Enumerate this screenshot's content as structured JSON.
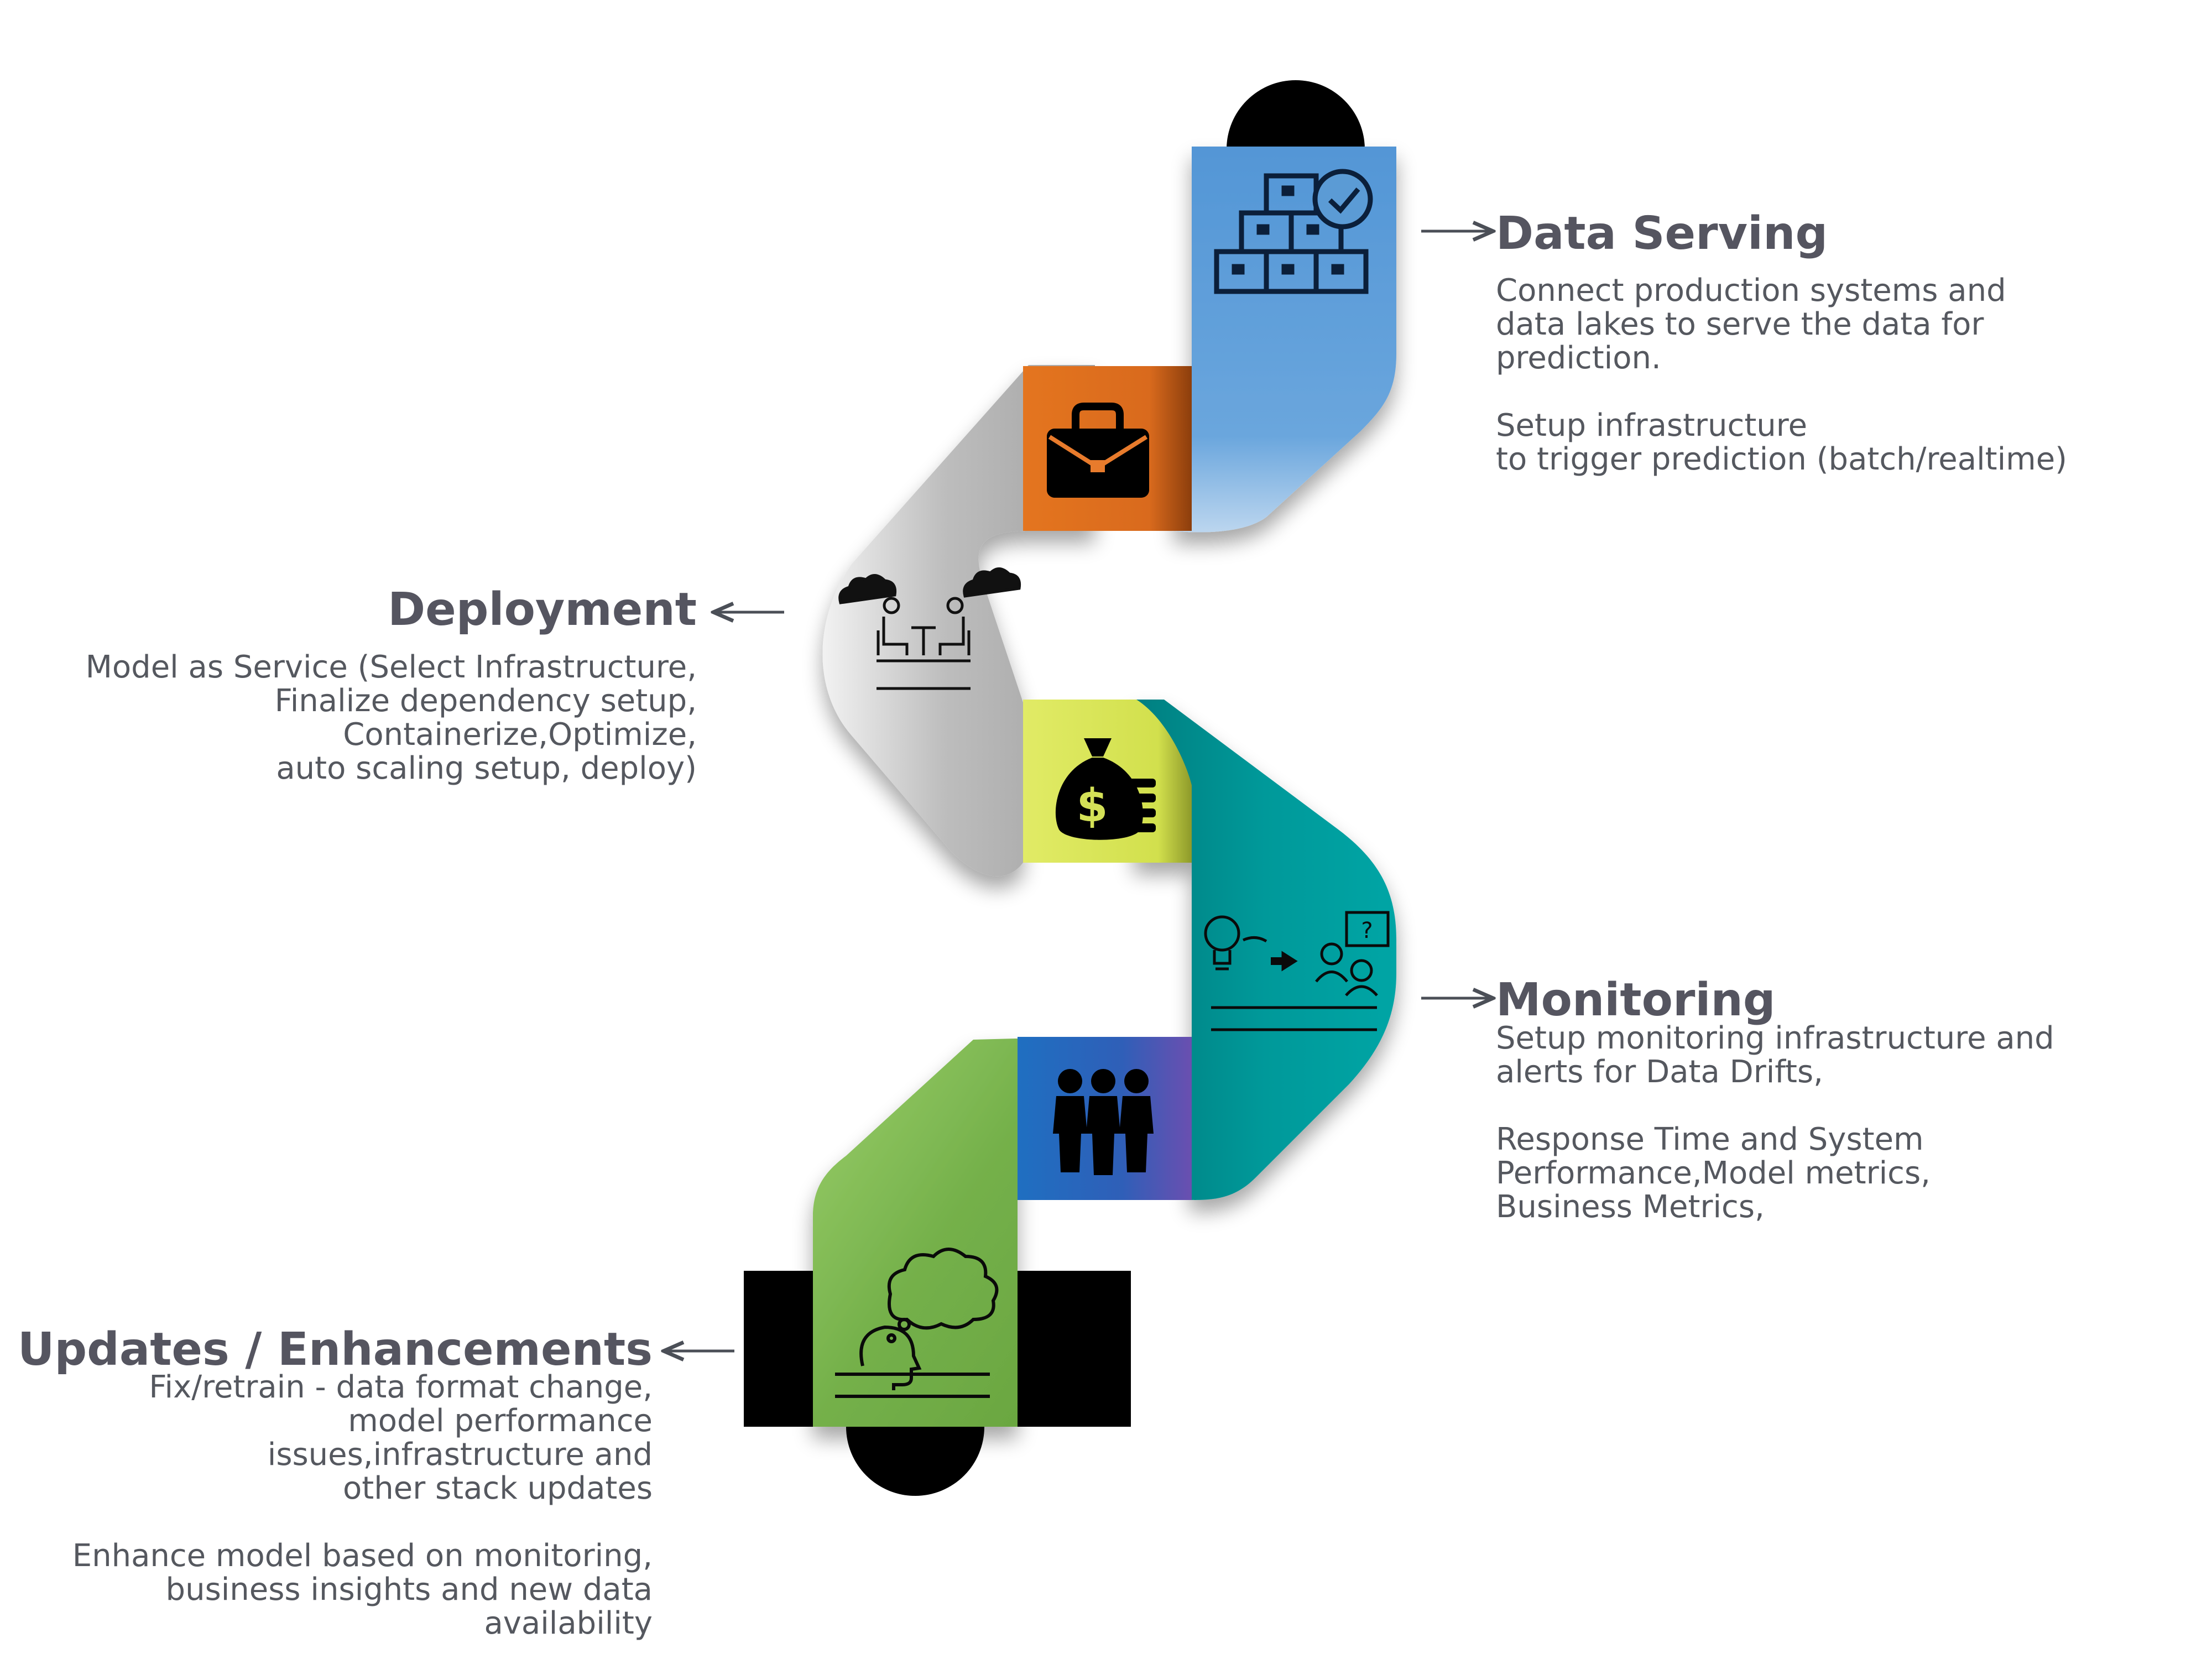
{
  "stages": [
    {
      "id": "data-serving",
      "title": "Data Serving",
      "icon": "boxes-check-icon",
      "lines": [
        "Connect production systems and",
        "data lakes to serve the data for",
        "prediction.",
        "",
        "Setup infrastructure",
        "to trigger prediction (batch/realtime)"
      ]
    },
    {
      "id": "deployment",
      "title": "Deployment",
      "icon": "cloud-meeting-icon",
      "lines": [
        "Model as Service (Select Infrastructure,",
        "Finalize dependency setup,",
        "Containerize,Optimize,",
        "auto scaling setup, deploy)"
      ]
    },
    {
      "id": "monitoring",
      "title": "Monitoring",
      "icon": "idea-presentation-icon",
      "lines": [
        "Setup monitoring infrastructure and",
        "alerts for Data Drifts,",
        "",
        "Response Time and System",
        "Performance,Model metrics,",
        "Business Metrics,"
      ]
    },
    {
      "id": "updates",
      "title": "Updates / Enhancements",
      "icon": "thinking-head-icon",
      "lines": [
        "Fix/retrain - data format change,",
        "model performance",
        "issues,infrastructure and",
        "other stack updates",
        "",
        "Enhance model based on monitoring,",
        "business insights and new data availability"
      ]
    }
  ],
  "fold_icons": [
    "briefcase-icon",
    "money-bag-icon",
    "team-icon"
  ],
  "colors": {
    "blue": "#5b9bd5",
    "orange": "#e87b2c",
    "gray": "#b4b4b4",
    "yellow": "#d4e157",
    "teal": "#00989a",
    "indigo": "#3a5fb0",
    "green": "#70ad47",
    "black": "#000000",
    "text": "#55585f"
  }
}
